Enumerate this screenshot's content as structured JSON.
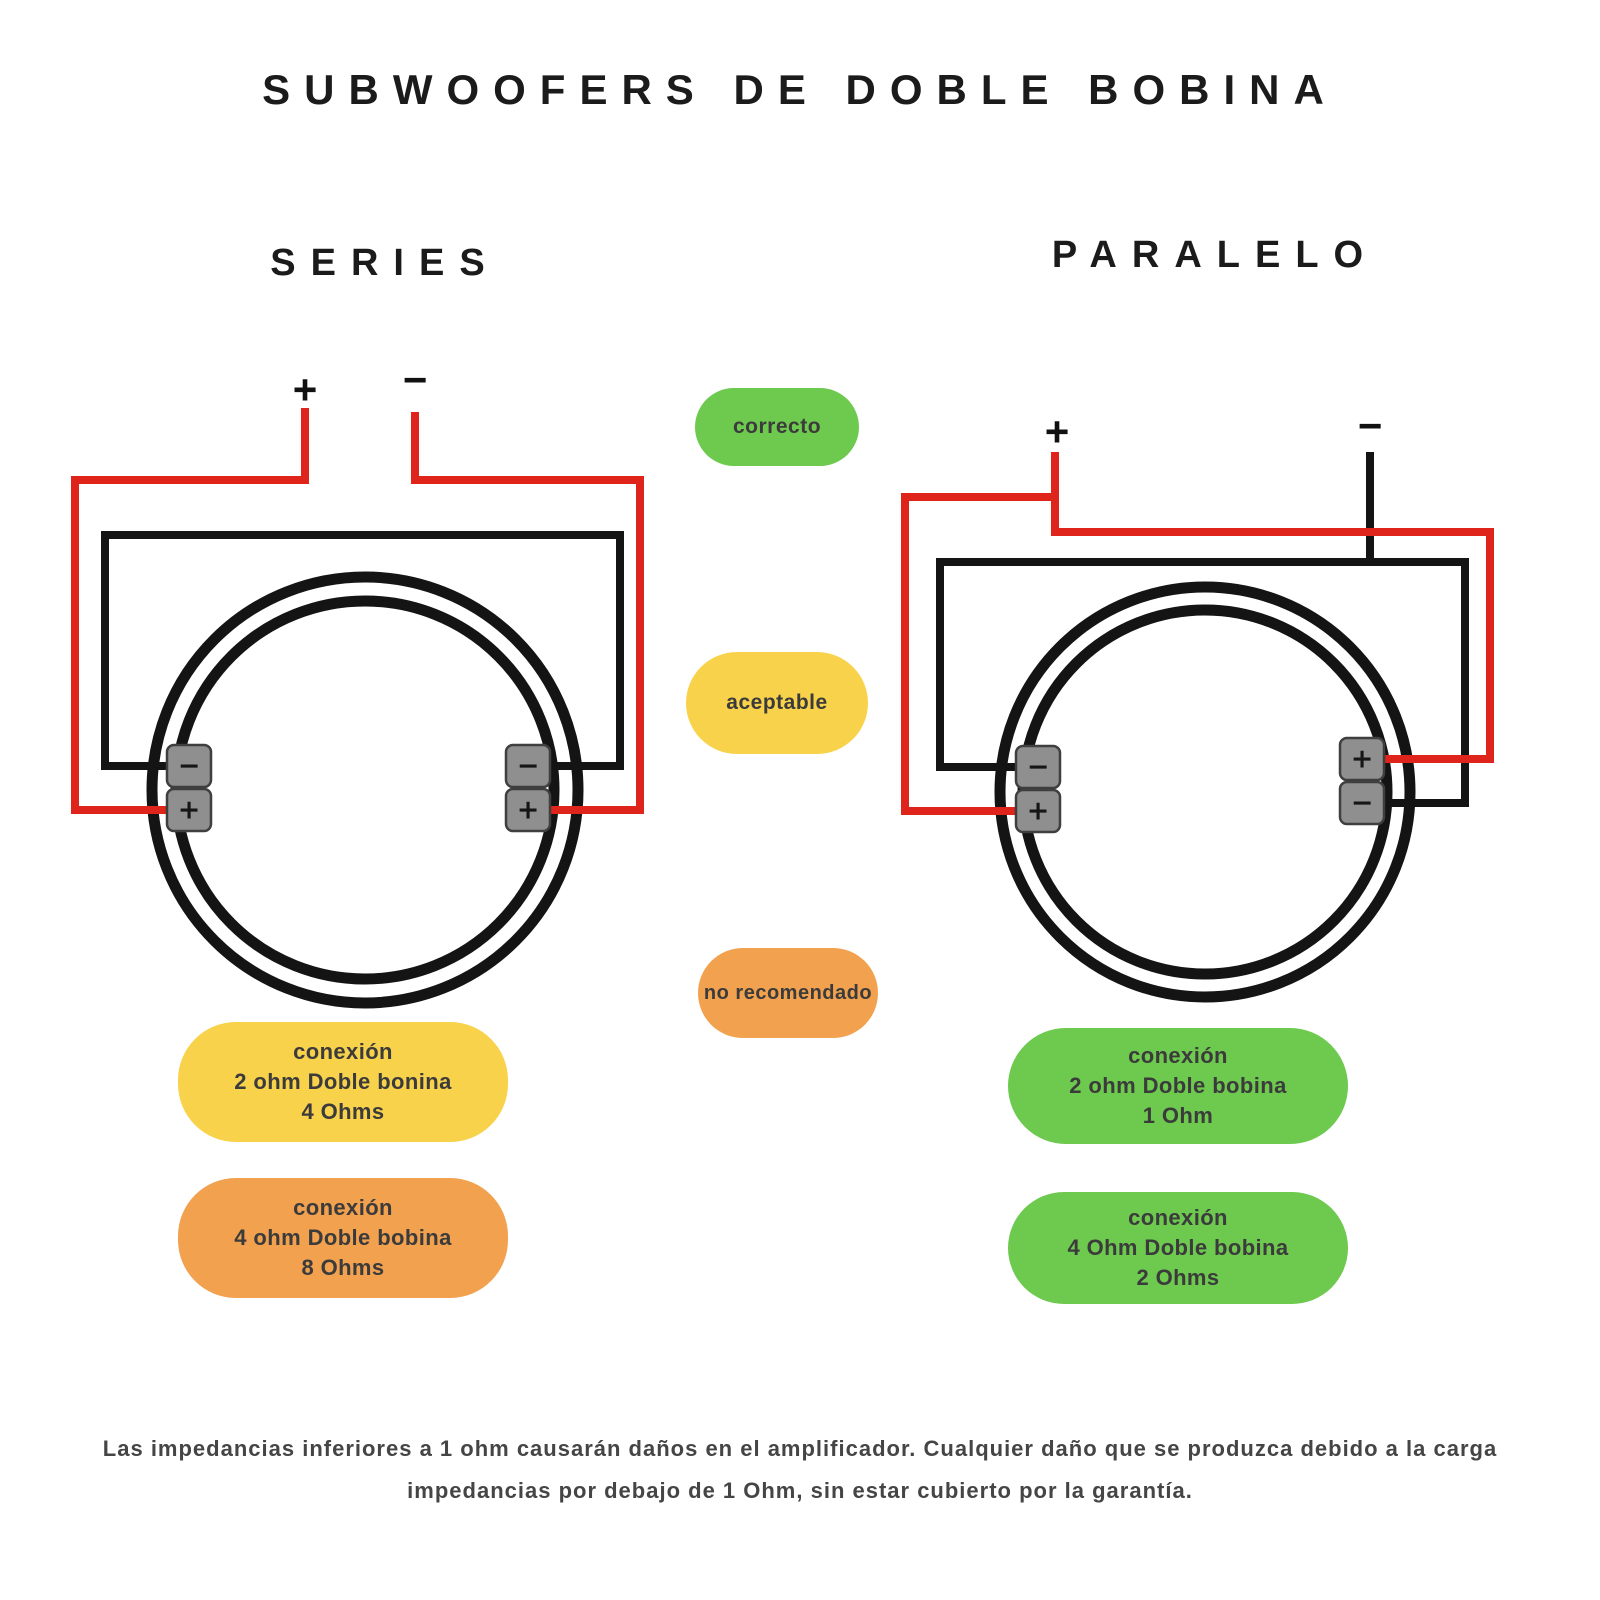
{
  "title": "SUBWOOFERS DE DOBLE BOBINA",
  "colors": {
    "green": "#6ec94f",
    "yellow": "#f9d24b",
    "orange": "#f2a14f",
    "wire_red": "#df241c",
    "wire_black": "#141414",
    "terminal_gray": "#8f8f8f"
  },
  "series": {
    "heading": "SERIES",
    "amp_plus": "+",
    "amp_minus": "−",
    "left_terminal": [
      "−",
      "+"
    ],
    "right_terminal": [
      "−",
      "+"
    ],
    "pills": [
      {
        "lines": [
          "conexión",
          "2 ohm Doble bonina",
          "4 Ohms"
        ],
        "color": "#f9d24b"
      },
      {
        "lines": [
          "conexión",
          "4 ohm Doble bobina",
          "8 Ohms"
        ],
        "color": "#f2a14f"
      }
    ]
  },
  "paralelo": {
    "heading": "PARALELO",
    "amp_plus": "+",
    "amp_minus": "−",
    "left_terminal": [
      "−",
      "+"
    ],
    "right_terminal": [
      "+",
      "−"
    ],
    "pills": [
      {
        "lines": [
          "conexión",
          "2 ohm Doble bobina",
          "1 Ohm"
        ],
        "color": "#6ec94f"
      },
      {
        "lines": [
          "conexión",
          "4 Ohm Doble bobina",
          "2 Ohms"
        ],
        "color": "#6ec94f"
      }
    ]
  },
  "legend": [
    {
      "label": "correcto",
      "color": "#6ec94f"
    },
    {
      "label": "aceptable",
      "color": "#f9d24b"
    },
    {
      "label": "no recomendado",
      "color": "#f2a14f"
    }
  ],
  "footer": {
    "line1": "Las impedancias inferiores a 1 ohm causarán daños en el amplificador. Cualquier daño que se produzca debido a la carga",
    "line2": "impedancias por debajo de 1 Ohm, sin estar cubierto por la garantía."
  }
}
